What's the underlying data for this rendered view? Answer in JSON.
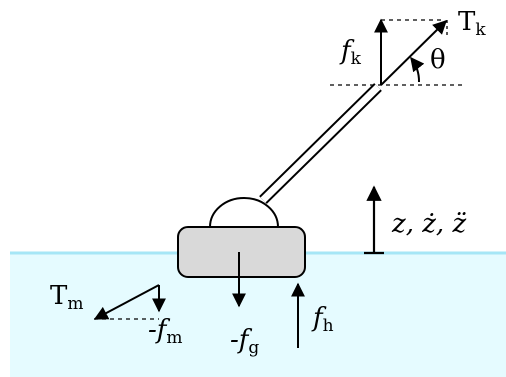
{
  "colors": {
    "water_fill": "#e5fbff",
    "water_line": "#a6e6f6",
    "body_fill": "#d9d9d9",
    "stroke": "#000000"
  },
  "labels": {
    "tk_main": "T",
    "tk_sub": "k",
    "fk_main": "f",
    "fk_sub": "k",
    "theta": "θ",
    "motion": "z, ż, z̈",
    "tm_main": "T",
    "tm_sub": "m",
    "fm_main": "-f",
    "fm_sub": "m",
    "fg_main": "-f",
    "fg_sub": "g",
    "fh_main": "f",
    "fh_sub": "h"
  }
}
